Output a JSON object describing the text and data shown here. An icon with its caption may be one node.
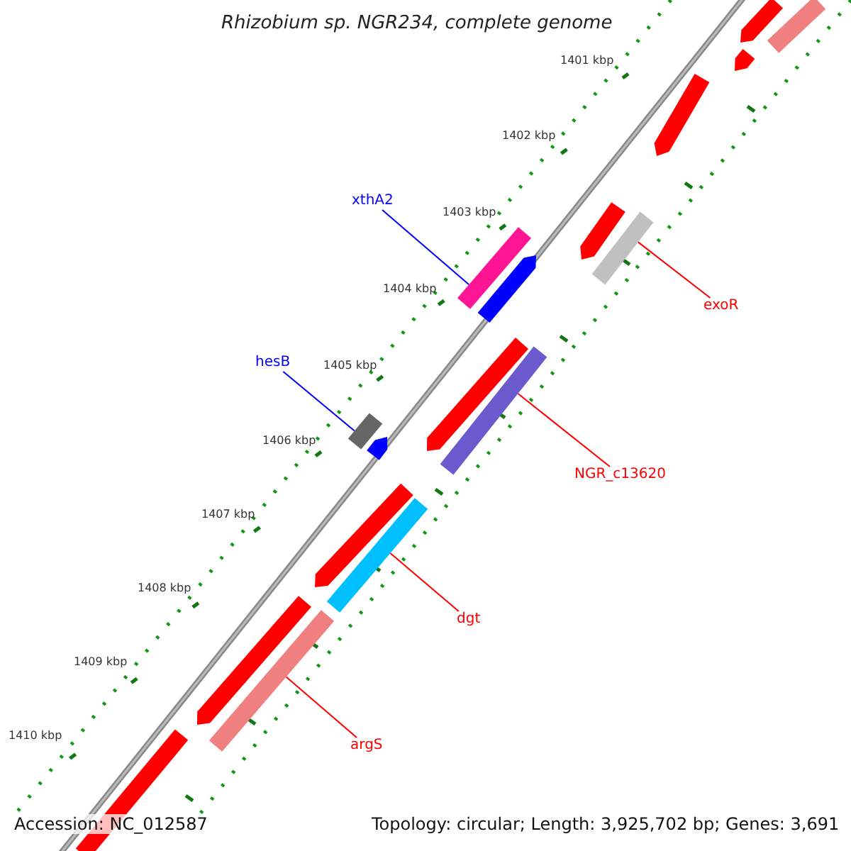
{
  "diagram": {
    "title": "Rhizobium sp. NGR234, complete genome",
    "nodes": [
      {
        "text": [
          "xthA2"
        ]
      },
      {
        "text": [],
        "shape": "bar"
      },
      {
        "text": [
          "exoR"
        ]
      },
      {
        "text": [],
        "shape": "bar"
      },
      {
        "text": [
          "hesB"
        ]
      },
      {
        "text": [],
        "shape": "bar"
      },
      {
        "text": [
          "NGR_c13620"
        ]
      },
      {
        "text": [],
        "shape": "bar"
      },
      {
        "text": [
          "dgt"
        ]
      },
      {
        "text": [],
        "shape": "bar"
      },
      {
        "text": [
          "argS"
        ]
      },
      {
        "text": [],
        "shape": "bar"
      }
    ],
    "edges": [
      {
        "from": 0,
        "to": 1,
        "arrow": "none",
        "color": "#0000ff"
      },
      {
        "from": 2,
        "to": 3,
        "arrow": "none"
      },
      {
        "from": 4,
        "to": 5,
        "arrow": "none",
        "color": "#0000ff"
      },
      {
        "from": 6,
        "to": 7,
        "arrow": "none"
      },
      {
        "from": 8,
        "to": 9,
        "arrow": "none"
      },
      {
        "from": 10,
        "to": 11,
        "arrow": "none"
      }
    ],
    "labels": [
      "1401 kbp",
      "1402 kbp",
      "1403 kbp",
      "1404 kbp",
      "1405 kbp",
      "1406 kbp",
      "1407 kbp",
      "1408 kbp",
      "1409 kbp",
      "1410 kbp",
      "Accession: NC_012587",
      "Topology: circular; Length: 3,925,702 bp; Genes: 3,691"
    ]
  }
}
